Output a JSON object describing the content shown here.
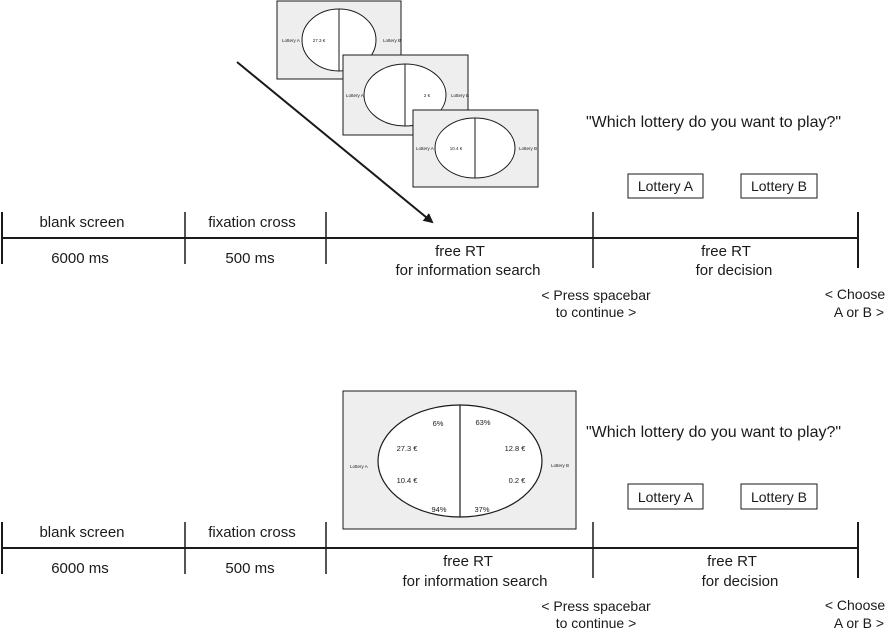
{
  "question": "\"Which lottery do you want to play?\"",
  "buttons": {
    "a": "Lottery A",
    "b": "Lottery B"
  },
  "phases": {
    "blank_label": "blank screen",
    "blank_duration": "6000 ms",
    "fixation_label": "fixation cross",
    "fixation_duration": "500 ms",
    "search_line1": "free RT",
    "search_line2": "for information search",
    "decision_line1": "free RT",
    "decision_line2": "for decision"
  },
  "prompts": {
    "spacebar_line1": "< Press spacebar",
    "spacebar_line2": "to continue >",
    "choose_line1": "< Choose",
    "choose_line2": "A or B >"
  },
  "lottery_labels": {
    "a": "Lottery A",
    "b": "Lottery B"
  },
  "sequence_screens": [
    {
      "value": "27.3 €"
    },
    {
      "value": "2 €"
    },
    {
      "value": "10.4 €"
    }
  ],
  "full_screen": {
    "a_top_prob": "6%",
    "a_outcome_1": "27.3 €",
    "a_outcome_2": "10.4 €",
    "a_bottom_prob": "94%",
    "b_top_prob": "63%",
    "b_outcome_1": "12.8 €",
    "b_outcome_2": "0.2 €",
    "b_bottom_prob": "37%"
  }
}
